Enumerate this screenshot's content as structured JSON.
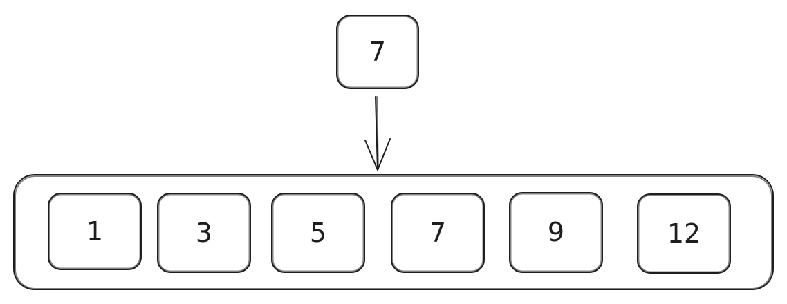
{
  "query": {
    "value": "7"
  },
  "array": {
    "items": [
      {
        "value": "1"
      },
      {
        "value": "3"
      },
      {
        "value": "5"
      },
      {
        "value": "7"
      },
      {
        "value": "9"
      },
      {
        "value": "12"
      }
    ]
  },
  "colors": {
    "stroke": "#1e1e1e",
    "background": "#ffffff"
  }
}
